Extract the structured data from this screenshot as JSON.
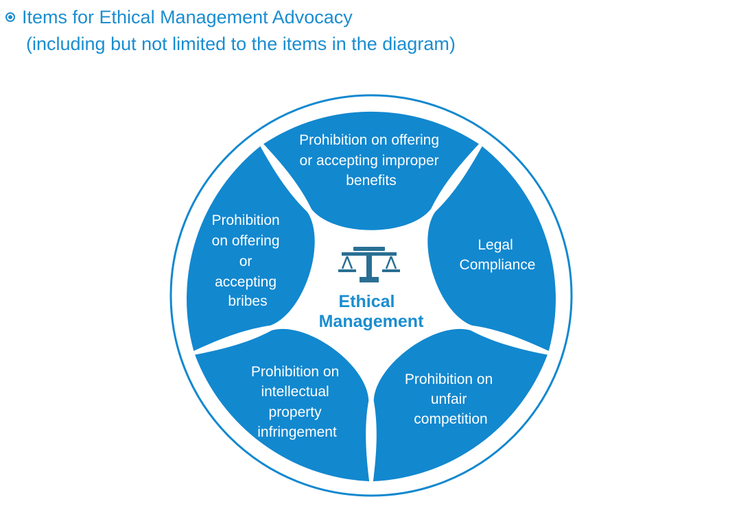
{
  "heading": {
    "title": "Items for Ethical Management Advocacy",
    "subtitle": "(including but not limited to the items in the diagram)"
  },
  "diagram": {
    "center": {
      "icon": "scales-of-justice-icon",
      "lines": [
        "Ethical",
        "Management"
      ]
    },
    "segments": [
      {
        "lines": [
          "Prohibition on offering",
          "or accepting improper",
          "benefits"
        ]
      },
      {
        "lines": [
          "Legal",
          "Compliance"
        ]
      },
      {
        "lines": [
          "Prohibition on",
          "unfair",
          "competition"
        ]
      },
      {
        "lines": [
          "Prohibition on",
          "intellectual",
          "property",
          "infringement"
        ]
      },
      {
        "lines": [
          "Prohibition",
          "on offering",
          "or",
          "accepting",
          "bribes"
        ]
      }
    ]
  },
  "colors": {
    "accent": "#1a8dd0",
    "segment_fill": "#1288cf",
    "icon": "#2a6f93"
  }
}
